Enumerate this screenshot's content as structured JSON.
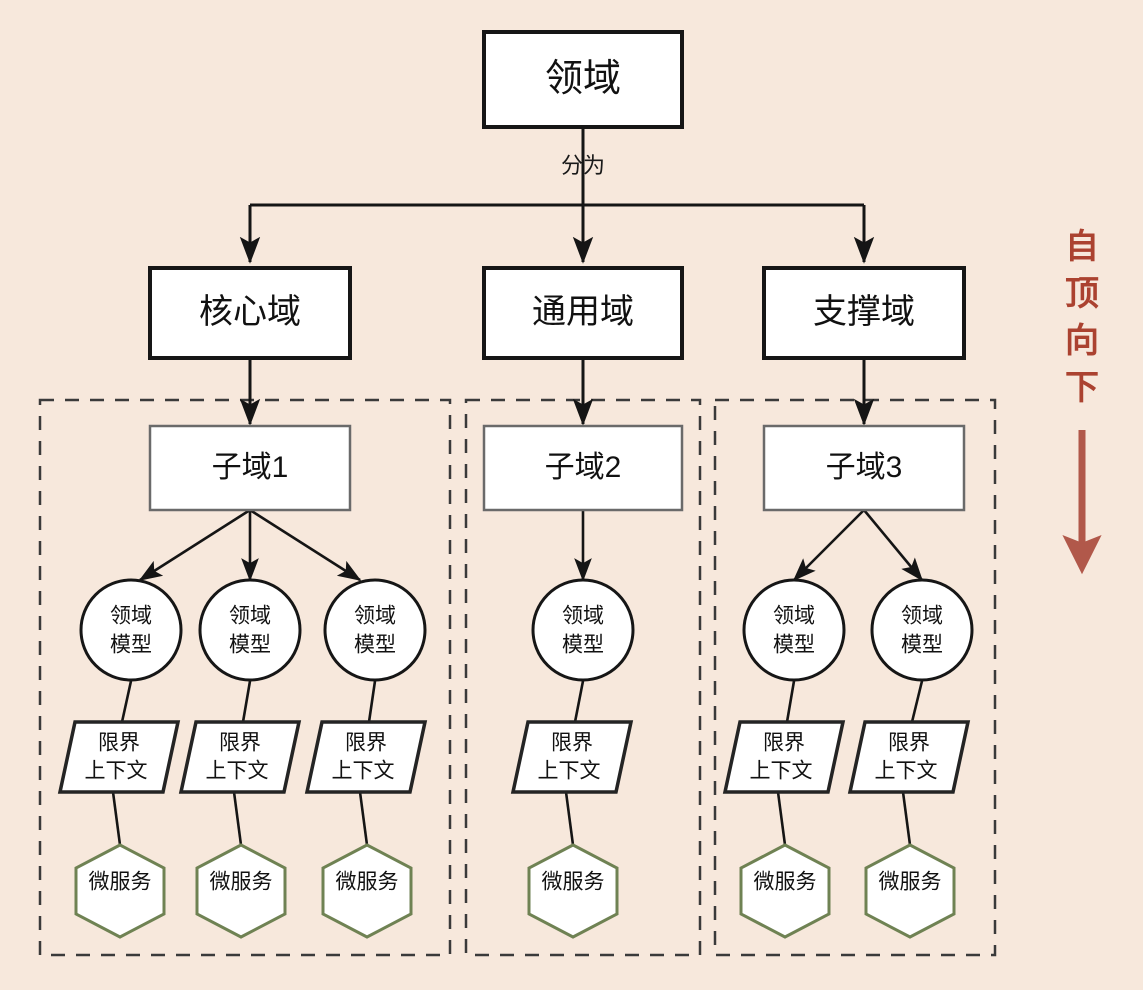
{
  "diagram": {
    "title": "领域",
    "background_color": "#f7e8dc",
    "accent_color": "#ab4230",
    "microservice_color": "#6f8253",
    "root": {
      "label": "领域"
    },
    "root_edge_label": "分为",
    "domain_types": [
      {
        "label": "核心域"
      },
      {
        "label": "通用域"
      },
      {
        "label": "支撑域"
      }
    ],
    "subdomains": [
      {
        "label": "子域1"
      },
      {
        "label": "子域2"
      },
      {
        "label": "子域3"
      }
    ],
    "domain_model_label_line1": "领域",
    "domain_model_label_line2": "模型",
    "bounded_context_label_line1": "限界",
    "bounded_context_label_line2": "上下文",
    "microservice_label": "微服务",
    "groups": [
      {
        "name": "core-group",
        "model_count": 3
      },
      {
        "name": "generic-group",
        "model_count": 1
      },
      {
        "name": "supporting-group",
        "model_count": 2
      }
    ],
    "side_annotation": {
      "characters": [
        "自",
        "顶",
        "向",
        "下"
      ],
      "text": "自顶向下"
    }
  }
}
